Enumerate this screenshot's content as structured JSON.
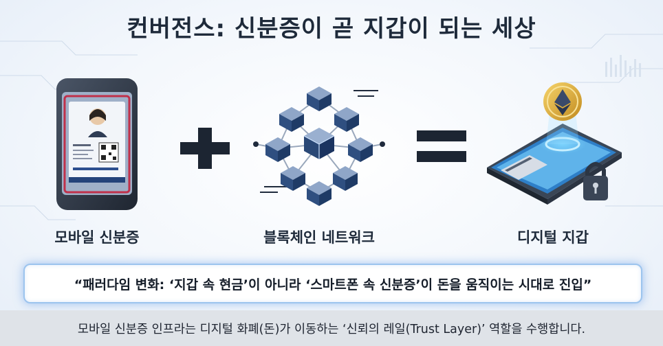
{
  "title": "컨버전스: 신분증이 곧 지갑이 되는 세상",
  "panels": [
    {
      "caption": "모바일 신분증",
      "icon": "mobile-id-card-icon"
    },
    {
      "caption": "블록체인 네트워크",
      "icon": "blockchain-network-icon"
    },
    {
      "caption": "디지털 지갑",
      "icon": "digital-wallet-phone-icon"
    }
  ],
  "operators": {
    "plus": "plus-icon",
    "equals": "equals-icon"
  },
  "quote": "“패러다임 변화: ‘지갑 속 현금’이 아니라 ‘스마트폰 속 신분증’이 돈을 움직이는 시대로 진입”",
  "footer": "모바일 신분증 인프라는 디지털 화폐(돈)가 이동하는 ‘신뢰의 레일(Trust Layer)’ 역할을 수행합니다.",
  "colors": {
    "title": "#1e2a3a",
    "accent_blue": "#3f6ea8",
    "glow": "#9cc4ee",
    "footer_bg": "#dfe3e8"
  }
}
